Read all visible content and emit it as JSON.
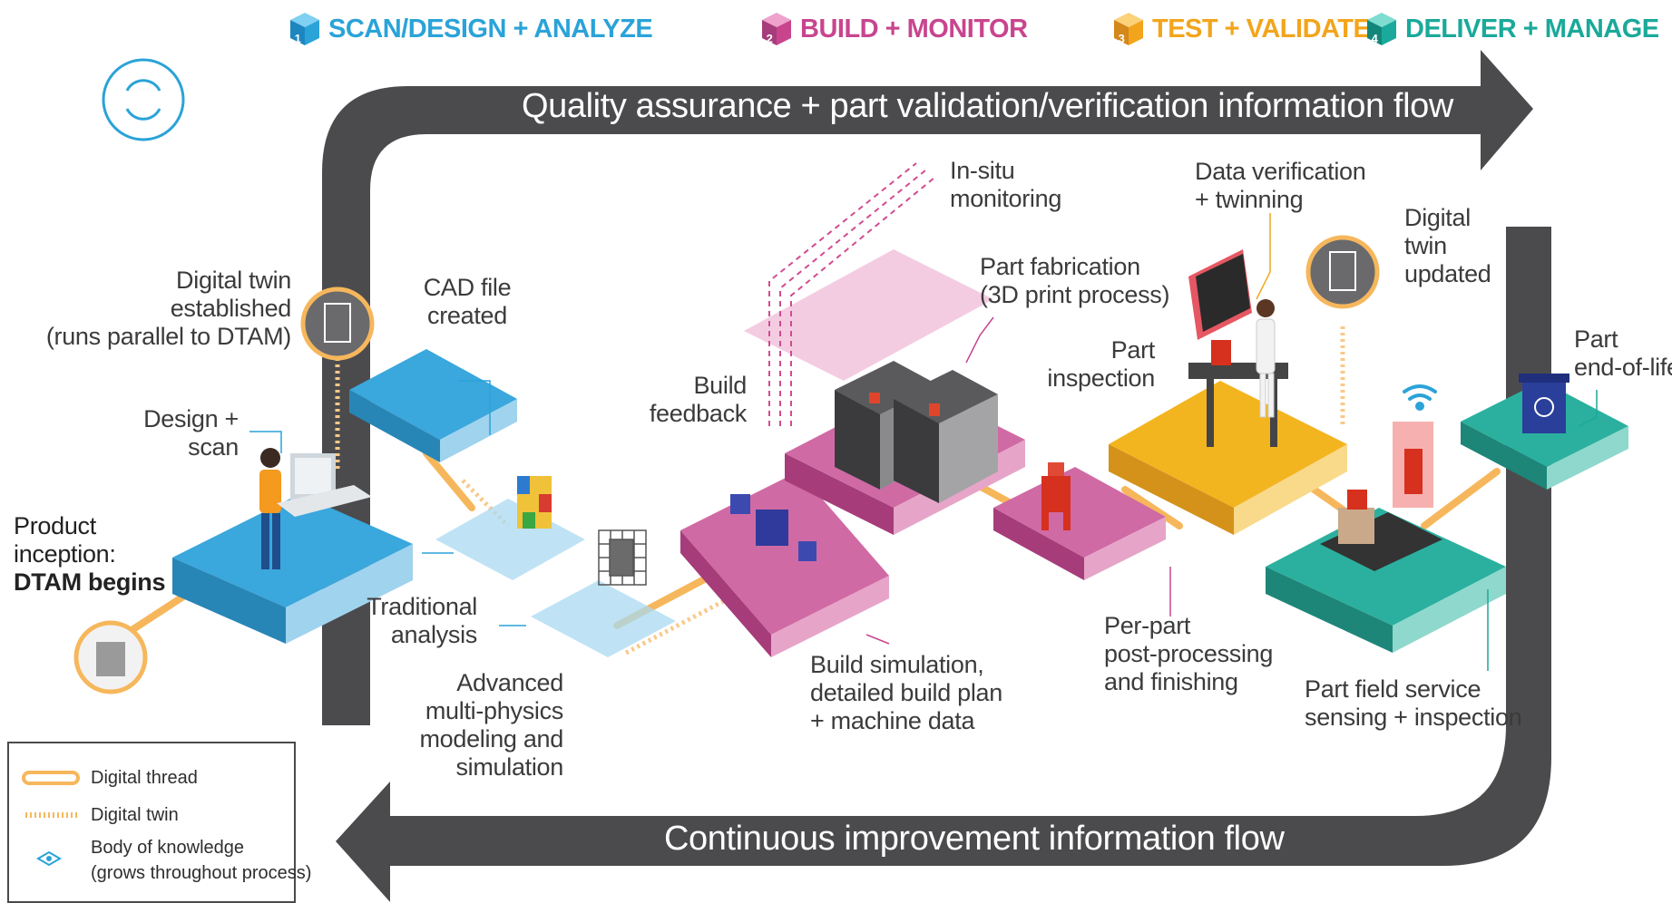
{
  "phases": [
    {
      "num": "1",
      "label": "SCAN/DESIGN + ANALYZE",
      "color": "#2aa3d8"
    },
    {
      "num": "2",
      "label": "BUILD + MONITOR",
      "color": "#c8458e"
    },
    {
      "num": "3",
      "label": "TEST + VALIDATE",
      "color": "#f2a51c"
    },
    {
      "num": "4",
      "label": "DELIVER + MANAGE",
      "color": "#1aa99a"
    }
  ],
  "flows": {
    "top": "Quality assurance + part validation/verification information flow",
    "bottom": "Continuous improvement information flow"
  },
  "steps": {
    "product_inception_1": "Product",
    "product_inception_2": "inception:",
    "product_inception_3": "DTAM begins",
    "design_scan_1": "Design +",
    "design_scan_2": "scan",
    "digital_twin_established_1": "Digital twin",
    "digital_twin_established_2": "established",
    "digital_twin_established_3": "(runs parallel to DTAM)",
    "cad_file_1": "CAD file",
    "cad_file_2": "created",
    "traditional_analysis_1": "Traditional",
    "traditional_analysis_2": "analysis",
    "advanced_modeling_1": "Advanced",
    "advanced_modeling_2": "multi-physics",
    "advanced_modeling_3": "modeling and",
    "advanced_modeling_4": "simulation",
    "build_feedback_1": "Build",
    "build_feedback_2": "feedback",
    "in_situ_1": "In-situ",
    "in_situ_2": "monitoring",
    "part_fabrication_1": "Part fabrication",
    "part_fabrication_2": "(3D print process)",
    "build_simulation_1": "Build simulation,",
    "build_simulation_2": "detailed build plan",
    "build_simulation_3": "+ machine data",
    "data_verification_1": "Data verification",
    "data_verification_2": "+ twinning",
    "part_inspection_1": "Part",
    "part_inspection_2": "inspection",
    "post_processing_1": "Per-part",
    "post_processing_2": "post-processing",
    "post_processing_3": "and finishing",
    "digital_twin_updated_1": "Digital",
    "digital_twin_updated_2": "twin",
    "digital_twin_updated_3": "updated",
    "field_service_1": "Part field service",
    "field_service_2": "sensing + inspection",
    "end_of_life_1": "Part",
    "end_of_life_2": "end-of-life"
  },
  "legend": {
    "digital_thread": "Digital thread",
    "digital_twin": "Digital twin",
    "body_of_knowledge_1": "Body of knowledge",
    "body_of_knowledge_2": "(grows throughout process)"
  },
  "colors": {
    "arrow": "#4b4b4d",
    "blue": "#3aa7dd",
    "pink": "#cf5a9a",
    "yellow": "#f3b51f",
    "teal": "#2bb09f",
    "thread": "#f6b75c"
  }
}
